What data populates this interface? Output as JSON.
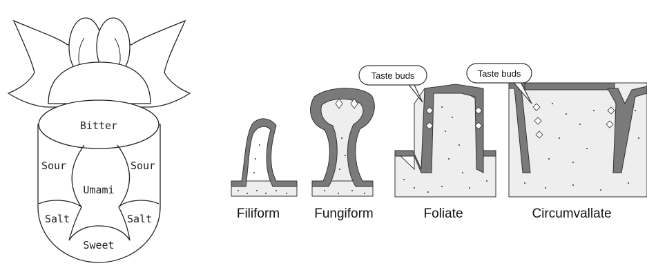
{
  "tongue": {
    "regions": {
      "bitter": "Bitter",
      "sour_left": "Sour",
      "sour_right": "Sour",
      "umami": "Umami",
      "salt_left": "Salt",
      "salt_right": "Salt",
      "sweet": "Sweet"
    }
  },
  "papillae": {
    "callouts": [
      "Taste buds",
      "Taste buds"
    ],
    "types": [
      {
        "label": "Filiform"
      },
      {
        "label": "Fungiform"
      },
      {
        "label": "Foliate"
      },
      {
        "label": "Circumvallate"
      }
    ]
  },
  "colors": {
    "epithelium": "#7a7a7a",
    "core": "#eeeeee",
    "line": "#222222"
  }
}
